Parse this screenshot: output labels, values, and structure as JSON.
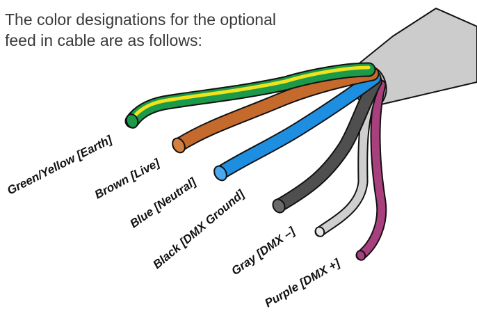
{
  "intro": {
    "line1": "The color designations for the optional",
    "line2": "feed in cable are as follows:"
  },
  "colors": {
    "jacket": "#cccccc",
    "green": "#1a9a4a",
    "yellow": "#f2e21b",
    "brown": "#c46a2c",
    "blue": "#1e8fe0",
    "black": "#4f4f4f",
    "gray": "#cfcfcf",
    "purple": "#a8407e"
  },
  "wires": {
    "green_yellow": "Green/Yellow [Earth]",
    "brown": "Brown [Live]",
    "blue": "Blue [Neutral]",
    "black": "Black [DMX Ground]",
    "gray": "Gray [DMX –]",
    "purple": "Purple [DMX +]"
  }
}
